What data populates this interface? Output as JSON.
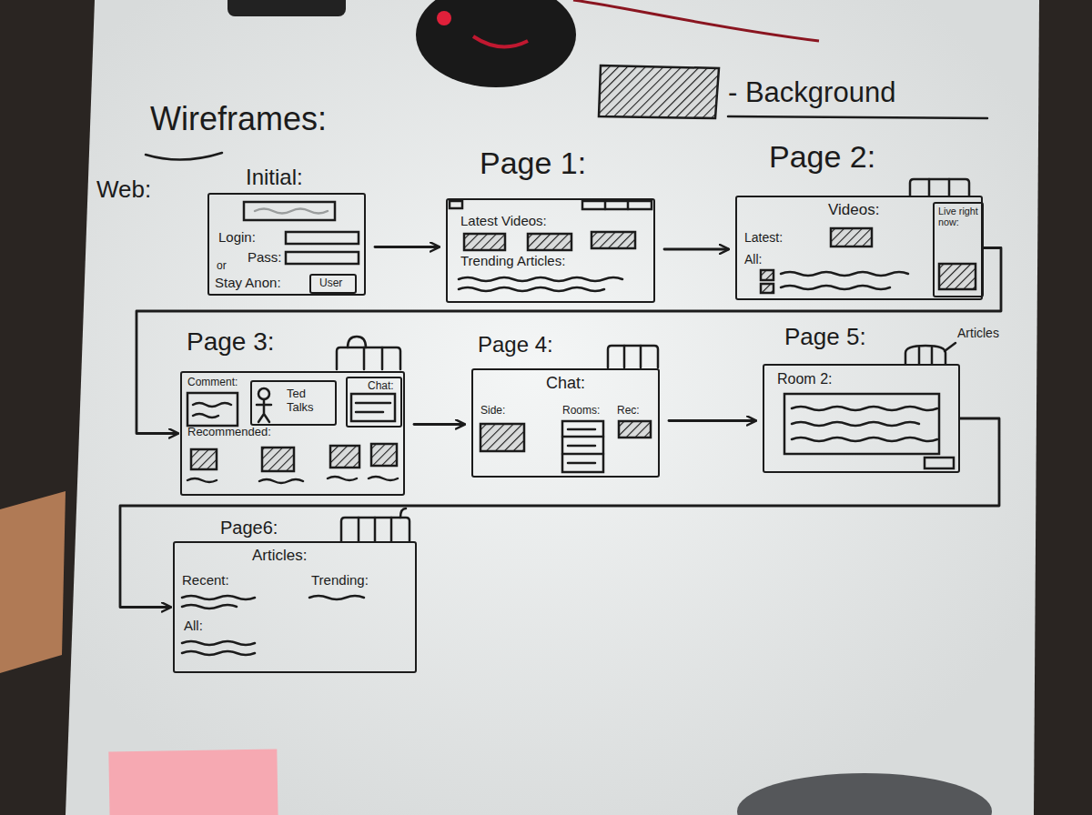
{
  "diagram": {
    "title": "Wireframes:",
    "nodes": [
      {
        "text": [
          "Initial:",
          "Login:",
          "Pass:",
          "or",
          "Stay Anon:"
        ]
      },
      {
        "text": [
          "User"
        ],
        "in": 0
      },
      {
        "text": [
          "Page 1:",
          "Latest Videos:",
          "Trending Articles:"
        ]
      },
      {
        "text": [
          "Page 2:",
          "Videos:",
          "Latest:",
          "All:"
        ]
      },
      {
        "text": [
          "Live right now:"
        ],
        "in": 3
      },
      {
        "text": [
          "Page 3:",
          "Comment:",
          "Recommended:"
        ]
      },
      {
        "text": [
          "Ted Talks"
        ],
        "in": 5
      },
      {
        "text": [
          "Chat:"
        ],
        "in": 5
      },
      {
        "text": [
          "Page 4:",
          "Chat:",
          "Side:",
          "Rooms:",
          "Rec:"
        ]
      },
      {
        "text": [
          "Page 5:",
          "Room 2:"
        ]
      },
      {
        "text": [
          "Page6:",
          "Articles:",
          "Recent:",
          "Trending:",
          "All:"
        ]
      }
    ],
    "edges": [
      {
        "from": 0,
        "to": 2,
        "arrow": "to"
      },
      {
        "from": 2,
        "to": 3,
        "arrow": "to"
      },
      {
        "from": 3,
        "to": 5,
        "arrow": "to"
      },
      {
        "from": 5,
        "to": 8,
        "arrow": "to"
      },
      {
        "from": 8,
        "to": 9,
        "arrow": "to"
      },
      {
        "from": 9,
        "to": 10,
        "arrow": "to"
      }
    ],
    "labels": [
      "Web:",
      "Articles"
    ],
    "legend": [
      {
        "text": "- Background"
      }
    ]
  }
}
